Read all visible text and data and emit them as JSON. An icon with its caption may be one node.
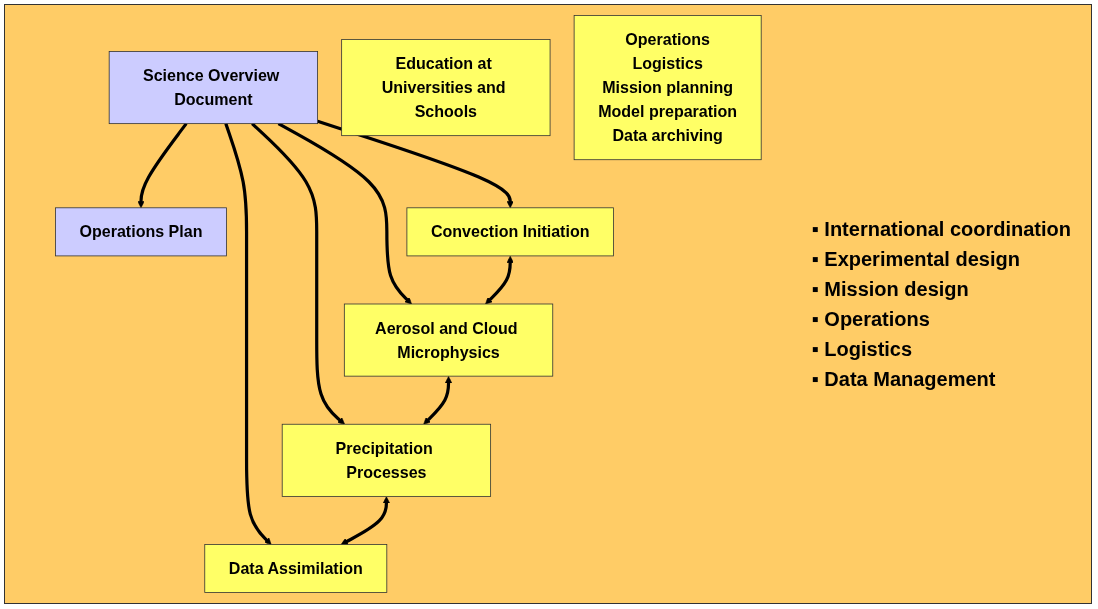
{
  "diagram": {
    "nodes": [
      {
        "text": [
          "Science Overview Document"
        ]
      },
      {
        "text": [
          "Operations Plan"
        ]
      },
      {
        "text": [
          "Convection Initiation"
        ]
      },
      {
        "text": [
          "Aerosol and Cloud Microphysics"
        ]
      },
      {
        "text": [
          "Precipitation Processes"
        ]
      },
      {
        "text": [
          "Data Assimilation"
        ]
      },
      {
        "text": [
          "Education at Universities and Schools"
        ]
      },
      {
        "text": [
          "Operations",
          "Logistics",
          "Mission planning",
          "Model preparation",
          "Data archiving"
        ]
      }
    ],
    "edges": [
      {
        "from": 0,
        "to": 1,
        "arrow": "to"
      },
      {
        "from": 0,
        "to": 2,
        "arrow": "to"
      },
      {
        "from": 0,
        "to": 3,
        "arrow": "to"
      },
      {
        "from": 0,
        "to": 4,
        "arrow": "to"
      },
      {
        "from": 0,
        "to": 5,
        "arrow": "to"
      },
      {
        "from": 2,
        "to": 3,
        "arrow": "both"
      },
      {
        "from": 3,
        "to": 4,
        "arrow": "both"
      },
      {
        "from": 4,
        "to": 5,
        "arrow": "both"
      }
    ],
    "labels": [
      "▪ International coordination",
      "▪ Experimental design",
      "▪ Mission design",
      "▪ Operations",
      "▪ Logistics",
      "▪ Data Management"
    ]
  }
}
